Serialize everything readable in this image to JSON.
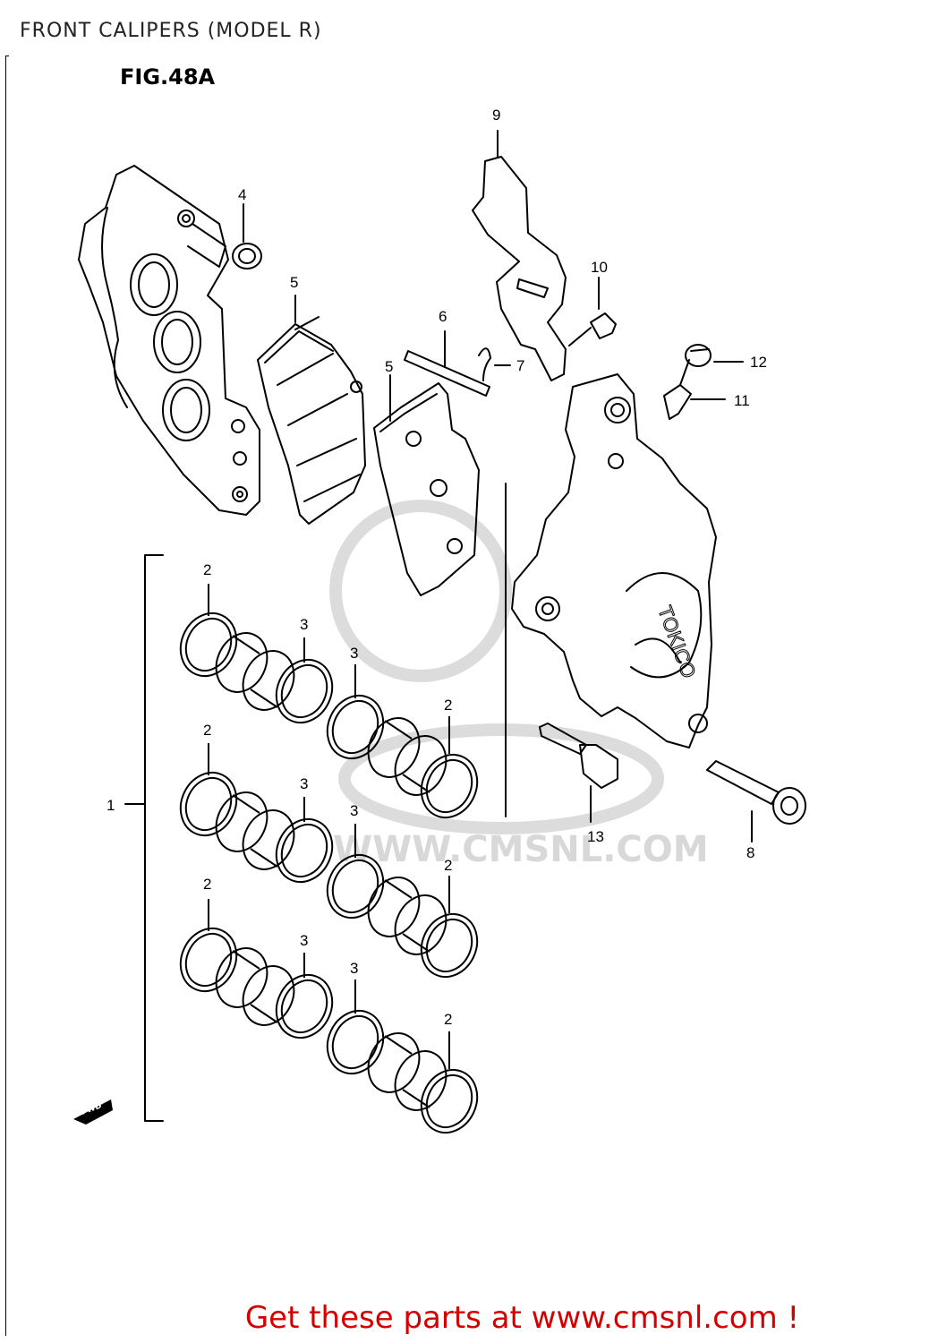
{
  "header": {
    "title": "FRONT CALIPERS (MODEL R)",
    "figure": "FIG.48A"
  },
  "diagram": {
    "callouts": {
      "c1": "1",
      "c2": "2",
      "c3": "3",
      "c4": "4",
      "c5": "5",
      "c6": "6",
      "c7": "7",
      "c8": "8",
      "c9": "9",
      "c10": "10",
      "c11": "11",
      "c12": "12",
      "c13": "13"
    },
    "caliper_brand": "TOKICO",
    "fwd_arrow": "FWD",
    "watermark_text": "WWW.CMSNL.COM"
  },
  "footer": {
    "text": "Get these parts at www.cmsnl.com !"
  },
  "colors": {
    "line": "#000000",
    "watermark": "#d8d8d8",
    "footer": "#d40000"
  }
}
